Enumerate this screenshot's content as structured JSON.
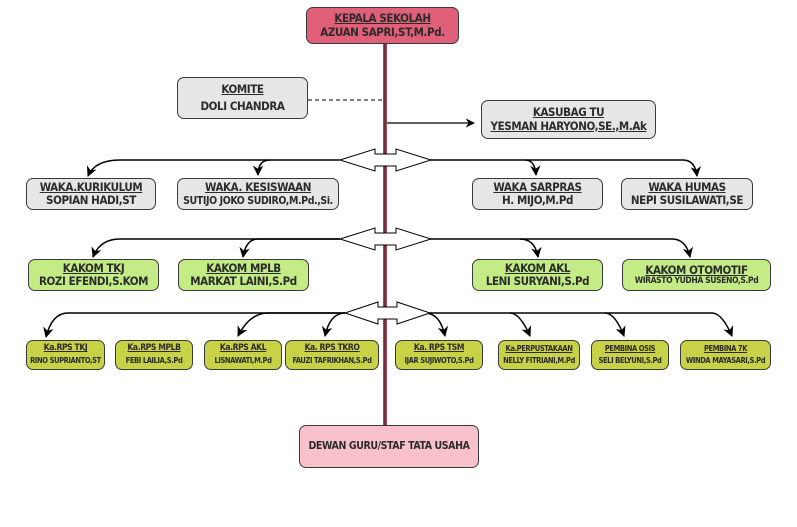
{
  "colors": {
    "head": "#e06079",
    "staff": "#e6e6e6",
    "kakom": "#c4ec86",
    "rps": "#c7d246",
    "bottom": "#f9c1cc",
    "spine": "#a8465a"
  },
  "head": {
    "title": "KEPALA SEKOLAH",
    "name": "AZUAN SAPRI,ST,M.Pd."
  },
  "komite": {
    "title": "KOMITE",
    "name": "DOLI CHANDRA"
  },
  "kasubag": {
    "title": "KASUBAG TU",
    "name": "YESMAN HARYONO,SE.,M.Ak"
  },
  "waka": [
    {
      "title": "WAKA.KURIKULUM",
      "name": "SOPIAN HADI,ST"
    },
    {
      "title": "WAKA. KESISWAAN",
      "name": "SUTIJO JOKO SUDIRO,M.Pd.,Si."
    },
    {
      "title": "WAKA SARPRAS",
      "name": "H. MIJO,M.Pd"
    },
    {
      "title": "WAKA HUMAS",
      "name": "NEPI SUSILAWATI,SE"
    }
  ],
  "kakom": [
    {
      "title": "KAKOM TKJ",
      "name": "ROZI EFENDI,S.KOM"
    },
    {
      "title": "KAKOM MPLB",
      "name": "MARKAT LAINI,S.Pd"
    },
    {
      "title": "KAKOM AKL",
      "name": "LENI SURYANI,S.Pd"
    },
    {
      "title": "KAKOM OTOMOTIF",
      "name": "WIRASTO YUDHA SUSENO,S.Pd"
    }
  ],
  "rps": [
    {
      "title": "Ka.RPS TKJ",
      "name": "RINO SUPRIANTO,ST"
    },
    {
      "title": "Ka.RPS MPLB",
      "name": "FEBI LAILIA,S.Pd"
    },
    {
      "title": "Ka.RPS AKL",
      "name": "LISNAWATI,M.Pd"
    },
    {
      "title": "Ka. RPS  TKRO",
      "name": "FAUZI  TAFRIKHAN,S.Pd"
    },
    {
      "title": "Ka. RPS  TSM",
      "name": "IJAR SUJIWOTO,S.Pd"
    },
    {
      "title": "Ka.PERPUSTAKAAN",
      "name": "NELLY FITRIANI,M.Pd"
    },
    {
      "title": "PEMBINA OSIS",
      "name": "SELI BELYUNI,S.Pd"
    },
    {
      "title": "PEMBINA 7K",
      "name": "WINDA MAYASARI,S.Pd"
    }
  ],
  "bottom": {
    "title": "DEWAN GURU/STAF TATA USAHA"
  }
}
